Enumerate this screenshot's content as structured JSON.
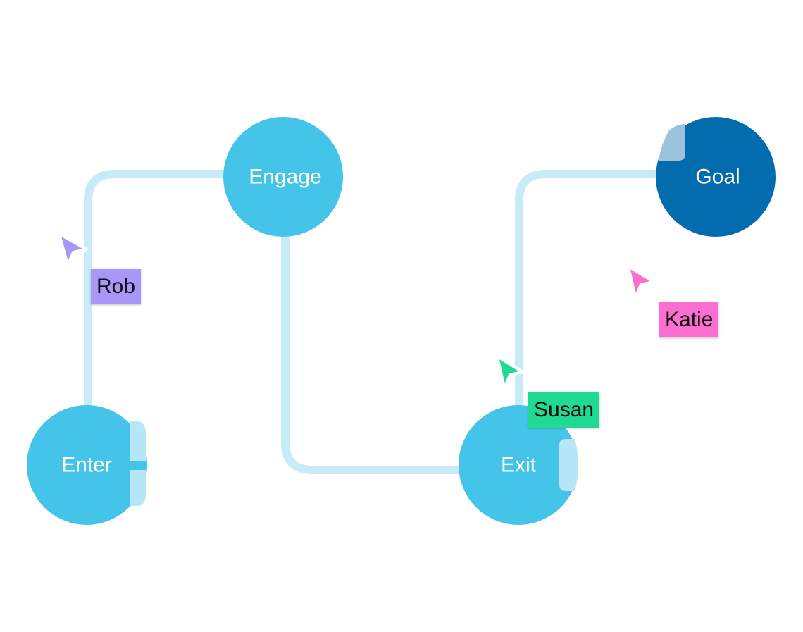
{
  "nodes": {
    "enter": {
      "label": "Enter",
      "color": "#44c4e9"
    },
    "engage": {
      "label": "Engage",
      "color": "#44c4e9"
    },
    "exit": {
      "label": "Exit",
      "color": "#44c4e9"
    },
    "goal": {
      "label": "Goal",
      "color": "#026cae"
    }
  },
  "connector_color": "#c7ecf8",
  "cursors": {
    "rob": {
      "name": "Rob",
      "color": "#a897f8"
    },
    "susan": {
      "name": "Susan",
      "color": "#20d993"
    },
    "katie": {
      "name": "Katie",
      "color": "#fd6ed1"
    }
  }
}
